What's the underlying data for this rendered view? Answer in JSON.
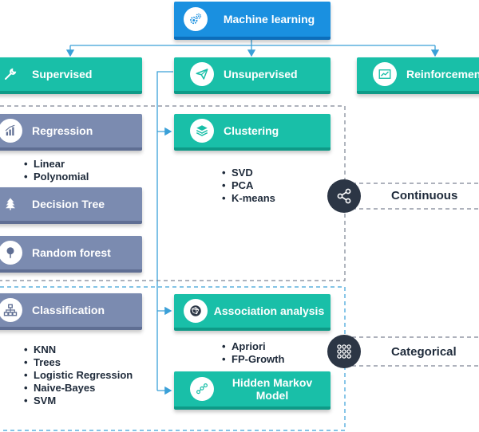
{
  "root": {
    "label": "Machine learning",
    "icon": "gears-icon"
  },
  "categories": {
    "supervised": {
      "label": "Supervised",
      "icon": "wrench-icon"
    },
    "unsupervised": {
      "label": "Unsupervised",
      "icon": "paper-plane-icon"
    },
    "reinforcement": {
      "label": "Reinforcement",
      "icon": "line-chart-icon"
    }
  },
  "continuous_group": {
    "label": "Continuous",
    "icon": "share-icon",
    "supervised_methods": {
      "regression": {
        "label": "Regression",
        "icon": "bar-chart-icon",
        "items": [
          "Linear",
          "Polynomial"
        ]
      },
      "decision_tree": {
        "label": "Decision Tree",
        "icon": "pine-tree-icon"
      },
      "random_forest": {
        "label": "Random forest",
        "icon": "tree-icon"
      }
    },
    "unsupervised_methods": {
      "clustering": {
        "label": "Clustering",
        "icon": "layers-icon",
        "items": [
          "SVD",
          "PCA",
          "K-means"
        ]
      }
    }
  },
  "categorical_group": {
    "label": "Categorical",
    "icon": "dot-grid-icon",
    "supervised_methods": {
      "classification": {
        "label": "Classification",
        "icon": "hierarchy-icon",
        "items": [
          "KNN",
          "Trees",
          "Logistic Regression",
          "Naive-Bayes",
          "SVM"
        ]
      }
    },
    "unsupervised_methods": {
      "association": {
        "label": "Association analysis",
        "icon": "network-globe-icon",
        "items": [
          "Apriori",
          "FP-Growth"
        ]
      },
      "hmm": {
        "label": "Hidden Markov Model",
        "icon": "chain-nodes-icon"
      }
    }
  },
  "colors": {
    "teal": "#19bfa8",
    "blue": "#1a90e0",
    "slate": "#7b8bb0",
    "dark": "#2c3645",
    "connector": "#3aa0d8",
    "dashed": "#7d8594"
  }
}
